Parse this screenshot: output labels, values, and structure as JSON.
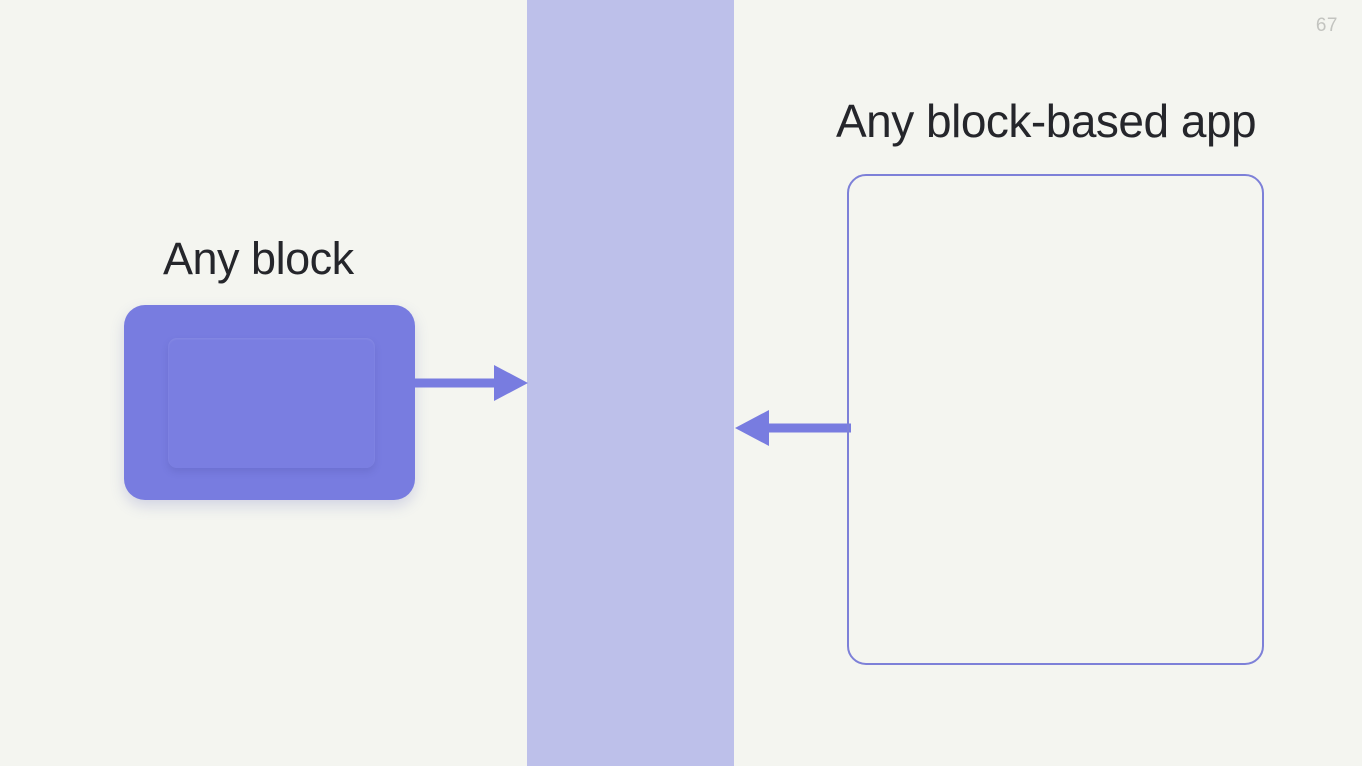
{
  "slide": {
    "page_number": "67",
    "background_color": "#f4f5f0",
    "accent_color": "#787ce0",
    "band_color": "#bdc0ea",
    "outline_color": "#7d80d8",
    "text_color": "#25262b",
    "page_number_color": "#c3c4c0"
  },
  "left": {
    "heading": "Any block",
    "block_label": ""
  },
  "center": {
    "band_label": ""
  },
  "right": {
    "heading": "Any block-based app",
    "box_label": ""
  },
  "arrows": {
    "right_arrow_name": "arrow-right-icon",
    "left_arrow_name": "arrow-left-icon"
  }
}
